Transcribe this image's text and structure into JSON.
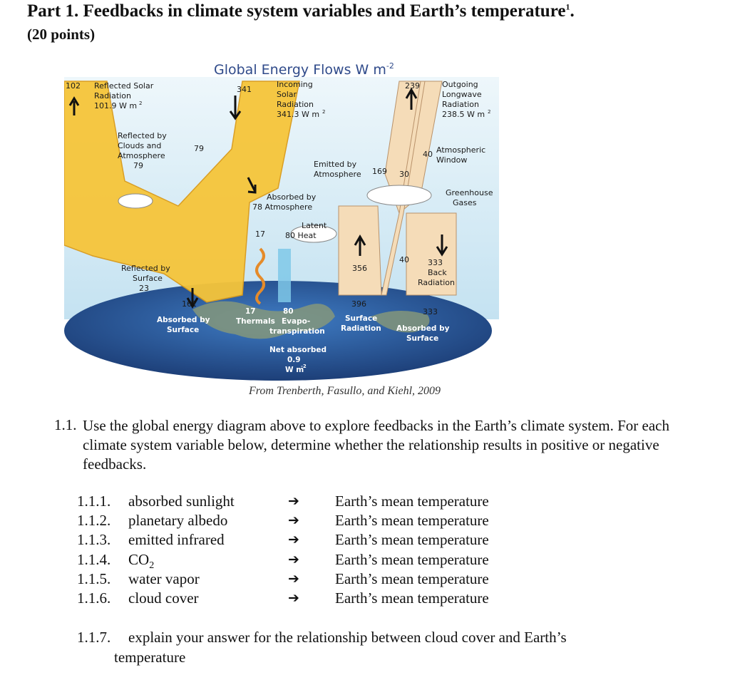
{
  "header": {
    "title": "Part 1. Feedbacks in climate system variables and Earth’s temperature",
    "title_sup": "1",
    "title_end": ".",
    "points": "(20 points)"
  },
  "figure": {
    "title": "Global Energy Flows W m",
    "title_sup": "-2",
    "labels": {
      "v102": "102",
      "reflected_solar": [
        "Reflected Solar",
        "Radiation",
        "101.9 W m"
      ],
      "v341": "341",
      "incoming": [
        "Incoming",
        "Solar",
        "Radiation",
        "341.3 W m"
      ],
      "v239": "239",
      "outgoing": [
        "Outgoing",
        "Longwave",
        "Radiation",
        "238.5 W m"
      ],
      "reflected_clouds": [
        "Reflected by",
        "Clouds and",
        "Atmosphere",
        "79"
      ],
      "v79": "79",
      "v40a": "40",
      "atm_window": [
        "Atmospheric",
        "Window"
      ],
      "emitted_atm": [
        "Emitted by",
        "Atmosphere"
      ],
      "v169": "169",
      "v30": "30",
      "greenhouse": [
        "Greenhouse",
        "Gases"
      ],
      "absorbed_atm": [
        "Absorbed by",
        "78  Atmosphere"
      ],
      "latent": [
        "Latent",
        "80  Heat"
      ],
      "v17a": "17",
      "v356": "356",
      "v40b": "40",
      "back_rad": [
        "333",
        "Back",
        "Radiation"
      ],
      "reflected_surface": [
        "Reflected by",
        "Surface",
        "23"
      ],
      "v161": "161",
      "v396": "396",
      "v333b": "333",
      "absorbed_surface_left": [
        "Absorbed by",
        "Surface"
      ],
      "thermals": [
        "17",
        "Thermals"
      ],
      "evapo": [
        "80",
        "Evapo-",
        "transpiration"
      ],
      "surface_rad": [
        "Surface",
        "Radiation"
      ],
      "absorbed_surface_right": [
        "Absorbed by",
        "Surface"
      ],
      "net_absorbed": [
        "Net absorbed",
        "0.9",
        "W m"
      ],
      "sup2": "2",
      "sup_neg2": "-2"
    },
    "credit": "From Trenberth, Fasullo, and Kiehl, 2009"
  },
  "question": {
    "number": "1.1.",
    "text": "Use the global energy diagram above to explore feedbacks in the Earth’s climate system. For each climate system variable below, determine whether the relationship results in positive or negative feedbacks."
  },
  "items": [
    {
      "num": "1.1.1.",
      "var": "absorbed sunlight",
      "arrow": "➔",
      "target": "Earth’s mean temperature"
    },
    {
      "num": "1.1.2.",
      "var": "planetary albedo",
      "arrow": "➔",
      "target": "Earth’s mean temperature"
    },
    {
      "num": "1.1.3.",
      "var": "emitted infrared",
      "arrow": "➔",
      "target": "Earth’s mean temperature"
    },
    {
      "num": "1.1.4.",
      "var": "CO",
      "var_sub": "2",
      "arrow": "➔",
      "target": "Earth’s mean temperature"
    },
    {
      "num": "1.1.5.",
      "var": "water vapor",
      "arrow": "➔",
      "target": "Earth’s mean temperature"
    },
    {
      "num": "1.1.6.",
      "var": "cloud cover",
      "arrow": "➔",
      "target": "Earth’s mean temperature"
    }
  ],
  "q7": {
    "number": "1.1.7.",
    "line1": "explain your answer for the relationship between cloud cover and Earth’s",
    "line2": "temperature"
  },
  "colors": {
    "solar": "#f6c53a",
    "solar_edge": "#d99a1a",
    "longwave": "#f5dcb8",
    "longwave_edge": "#b9926a",
    "sky": "#d6ecf6",
    "ocean": "#2f63a8",
    "land": "#8a9a78",
    "heat": "#7fc8e8"
  }
}
